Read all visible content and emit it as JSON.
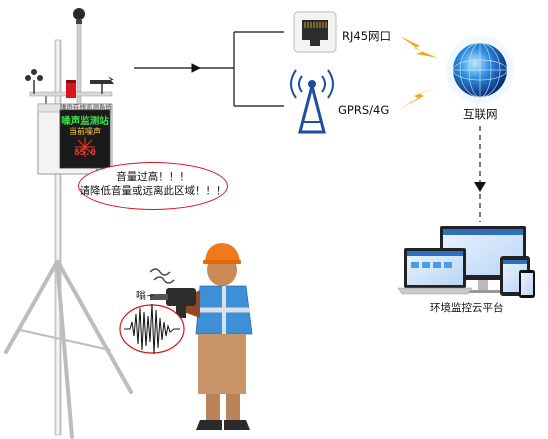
{
  "network": {
    "rj45_label": "RJ45网口",
    "gprs_label": "GPRS/4G",
    "internet_label": "互联网",
    "platform_label": "环境监控云平台"
  },
  "device": {
    "panel_title": "噪声在线监测系统",
    "display_line1": "噪声监测站",
    "display_line2": "当前噪声",
    "display_reading": "85.0"
  },
  "alert": {
    "line1": "音量过高！！！",
    "line2": "请降低音量或远离此区域！！！"
  },
  "worker": {
    "noise_text": "嗡~"
  },
  "colors": {
    "alert_red": "#d9141b",
    "signal_orange": "#f2a81d",
    "vest_blue": "#3d8fd6",
    "helmet_orange": "#f07a1a",
    "antenna_blue": "#1c4fa0"
  }
}
